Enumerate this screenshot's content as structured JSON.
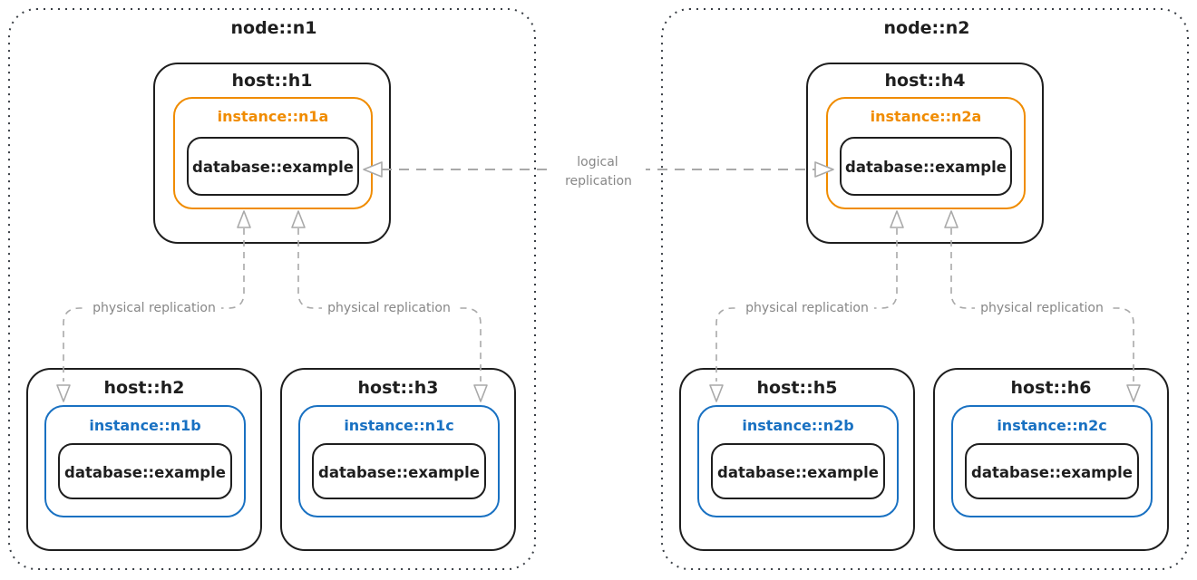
{
  "colors": {
    "box_stroke": "#1e1e1e",
    "node_border": "#3a3f45",
    "instance_primary": "#f08c00",
    "instance_replica": "#1971c2",
    "arrow": "#a9a9a9",
    "arrow_label": "#878787"
  },
  "nodes": {
    "n1": {
      "label": "node::n1"
    },
    "n2": {
      "label": "node::n2"
    }
  },
  "hosts": {
    "h1": {
      "label": "host::h1"
    },
    "h2": {
      "label": "host::h2"
    },
    "h3": {
      "label": "host::h3"
    },
    "h4": {
      "label": "host::h4"
    },
    "h5": {
      "label": "host::h5"
    },
    "h6": {
      "label": "host::h6"
    }
  },
  "instances": {
    "n1a": {
      "label": "instance::n1a"
    },
    "n1b": {
      "label": "instance::n1b"
    },
    "n1c": {
      "label": "instance::n1c"
    },
    "n2a": {
      "label": "instance::n2a"
    },
    "n2b": {
      "label": "instance::n2b"
    },
    "n2c": {
      "label": "instance::n2c"
    }
  },
  "database": {
    "label": "database::example"
  },
  "edges": {
    "logical": {
      "line1": "logical",
      "line2": "replication"
    },
    "physical": {
      "label": "physical replication"
    }
  }
}
